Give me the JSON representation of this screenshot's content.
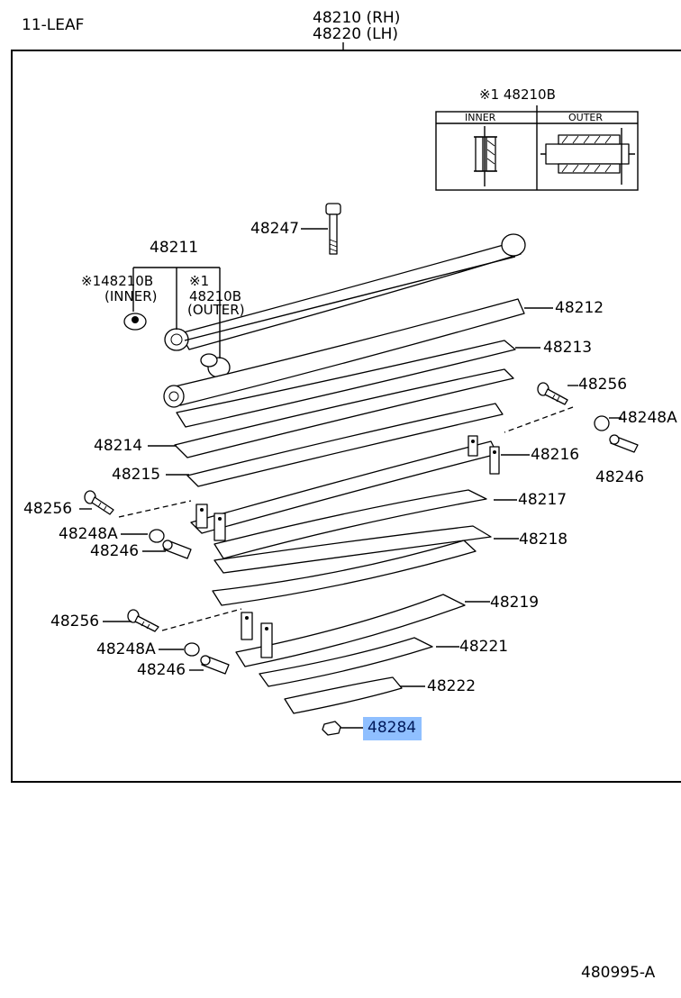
{
  "header": {
    "leaf_count": "11-LEAF",
    "assembly_rh": "48210 (RH)",
    "assembly_lh": "48220 (LH)",
    "figure_id": "480995-A"
  },
  "inset": {
    "title": "※1 48210B",
    "col_inner": "INNER",
    "col_outer": "OUTER"
  },
  "callouts": [
    {
      "id": "p48247",
      "text": "48247"
    },
    {
      "id": "p48211",
      "text": "48211"
    },
    {
      "id": "p48210b-inner-1",
      "text": "※148210B"
    },
    {
      "id": "p48210b-inner-2",
      "text": "(INNER)"
    },
    {
      "id": "p48210b-outer-0",
      "text": "※1"
    },
    {
      "id": "p48210b-outer-1",
      "text": "48210B"
    },
    {
      "id": "p48210b-outer-2",
      "text": "(OUTER)"
    },
    {
      "id": "p48212",
      "text": "48212"
    },
    {
      "id": "p48213",
      "text": "48213"
    },
    {
      "id": "p48256-r",
      "text": "48256"
    },
    {
      "id": "p48248a-r",
      "text": "48248A"
    },
    {
      "id": "p48214",
      "text": "48214"
    },
    {
      "id": "p48216",
      "text": "48216"
    },
    {
      "id": "p48246-r",
      "text": "48246"
    },
    {
      "id": "p48215",
      "text": "48215"
    },
    {
      "id": "p48217",
      "text": "48217"
    },
    {
      "id": "p48256-m",
      "text": "48256"
    },
    {
      "id": "p48248a-m",
      "text": "48248A"
    },
    {
      "id": "p48218",
      "text": "48218"
    },
    {
      "id": "p48246-m",
      "text": "48246"
    },
    {
      "id": "p48219",
      "text": "48219"
    },
    {
      "id": "p48256-l",
      "text": "48256"
    },
    {
      "id": "p48221",
      "text": "48221"
    },
    {
      "id": "p48248a-l",
      "text": "48248A"
    },
    {
      "id": "p48246-l",
      "text": "48246"
    },
    {
      "id": "p48222",
      "text": "48222"
    },
    {
      "id": "p48284",
      "text": "48284"
    }
  ],
  "highlighted_part": "48284",
  "colors": {
    "highlight": "#8fbfff",
    "highlight_text": "#00195a",
    "ink": "#000000"
  }
}
